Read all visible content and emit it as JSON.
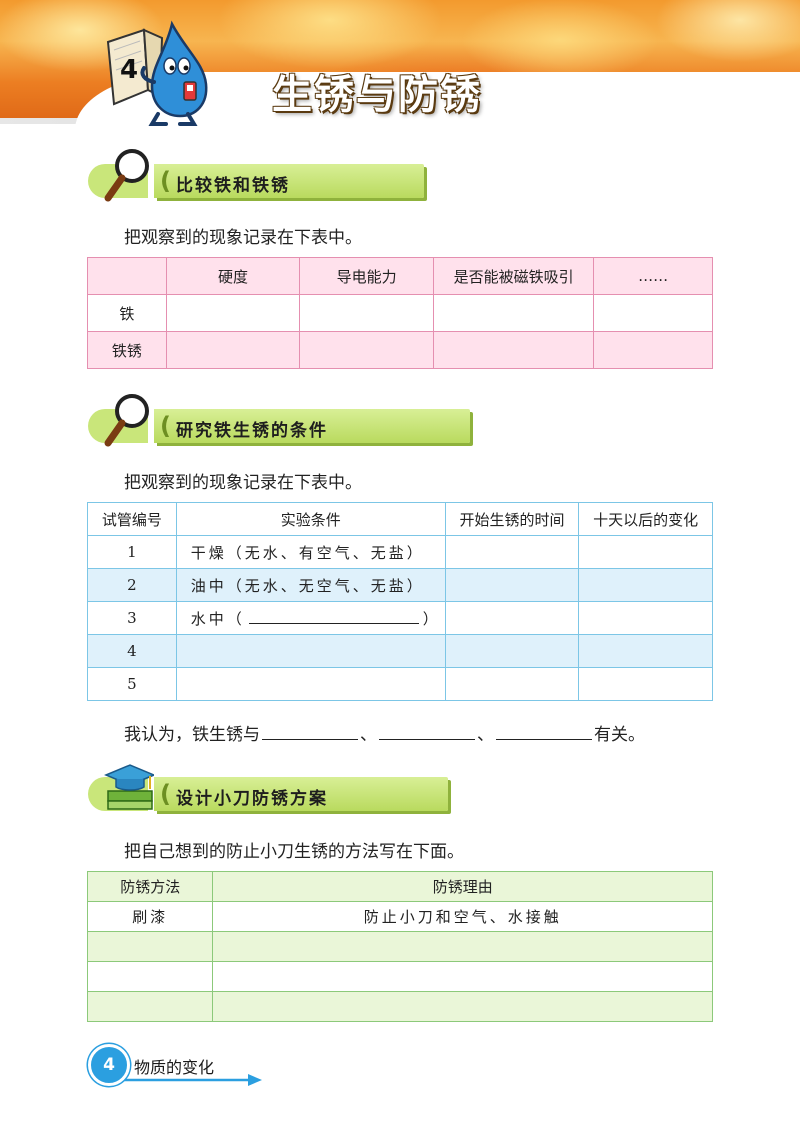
{
  "banner": {
    "title": "生锈与防锈",
    "chapter_number": "4",
    "colors": {
      "flame": "#f39a2e",
      "title_fill": "#ffffff"
    },
    "mascot_icon": "water-drop-mascot-with-book-icon"
  },
  "section1": {
    "title": "比较铁和铁锈",
    "icon": "magnifier-icon",
    "instruction": "把观察到的现象记录在下表中。",
    "table": {
      "headers": [
        "",
        "硬度",
        "导电能力",
        "是否能被磁铁吸引",
        "……"
      ],
      "rows": [
        {
          "label": "铁"
        },
        {
          "label": "铁锈"
        }
      ]
    }
  },
  "section2": {
    "title": "研究铁生锈的条件",
    "icon": "magnifier-icon",
    "instruction": "把观察到的现象记录在下表中。",
    "table": {
      "headers": [
        "试管编号",
        "实验条件",
        "开始生锈的时间",
        "十天以后的变化"
      ],
      "rows": [
        {
          "num": "1",
          "condition": "干燥（无水、有空气、无盐）"
        },
        {
          "num": "2",
          "condition": "油中（无水、无空气、无盐）"
        },
        {
          "num": "3",
          "condition_prefix": "水中（",
          "condition_suffix": "）"
        },
        {
          "num": "4",
          "condition": ""
        },
        {
          "num": "5",
          "condition": ""
        }
      ]
    },
    "sentence": {
      "prefix": "我认为，铁生锈与",
      "sep1": "、",
      "sep2": "、",
      "suffix": "有关。"
    }
  },
  "section3": {
    "title": "设计小刀防锈方案",
    "icon": "graduation-cap-book-icon",
    "instruction": "把自己想到的防止小刀生锈的方法写在下面。",
    "table": {
      "headers": [
        "防锈方法",
        "防锈理由"
      ],
      "rows": [
        {
          "method": "刷漆",
          "reason": "防止小刀和空气、水接触"
        },
        {
          "method": "",
          "reason": ""
        },
        {
          "method": "",
          "reason": ""
        },
        {
          "method": "",
          "reason": ""
        }
      ]
    }
  },
  "footer": {
    "page_number": "4",
    "unit_title": "物质的变化"
  }
}
